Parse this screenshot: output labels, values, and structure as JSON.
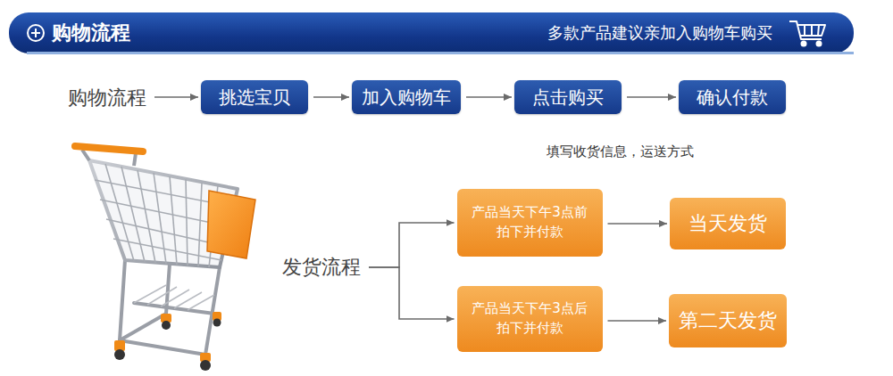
{
  "diagram": {
    "title": "购物流程",
    "nodes": [
      {
        "text": [
          "购物流程"
        ]
      },
      {
        "text": [
          "挑选宝贝"
        ]
      },
      {
        "text": [
          "加入购物车"
        ]
      },
      {
        "text": [
          "点击购买"
        ]
      },
      {
        "text": [
          "确认付款"
        ]
      },
      {
        "text": [
          "发货流程"
        ]
      },
      {
        "text": [
          "产品当天下午3点前 拍下并付款"
        ]
      },
      {
        "text": [
          "产品当天下午3点后 拍下并付款"
        ]
      },
      {
        "text": [
          "当天发货"
        ]
      },
      {
        "text": [
          "第二天发货"
        ]
      }
    ],
    "edges": [
      {
        "from": 0,
        "to": 1,
        "arrow": "to"
      },
      {
        "from": 1,
        "to": 2,
        "arrow": "to"
      },
      {
        "from": 2,
        "to": 3,
        "arrow": "to"
      },
      {
        "from": 3,
        "to": 4,
        "arrow": "to"
      },
      {
        "from": 5,
        "to": 6,
        "arrow": "to"
      },
      {
        "from": 5,
        "to": 7,
        "arrow": "to"
      },
      {
        "from": 6,
        "to": 8,
        "arrow": "to"
      },
      {
        "from": 7,
        "to": 9,
        "arrow": "to"
      }
    ],
    "labels": [
      "多款产品建议亲加入购物车购买",
      "填写收货信息，运送方式"
    ]
  }
}
